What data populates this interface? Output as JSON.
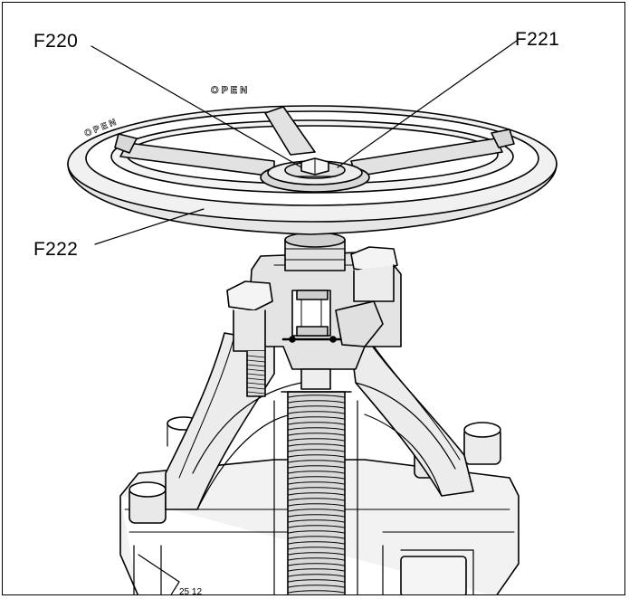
{
  "callouts": {
    "f220": "F220",
    "f221": "F221",
    "f222": "F222"
  },
  "handwheel_text": "OPEN"
}
